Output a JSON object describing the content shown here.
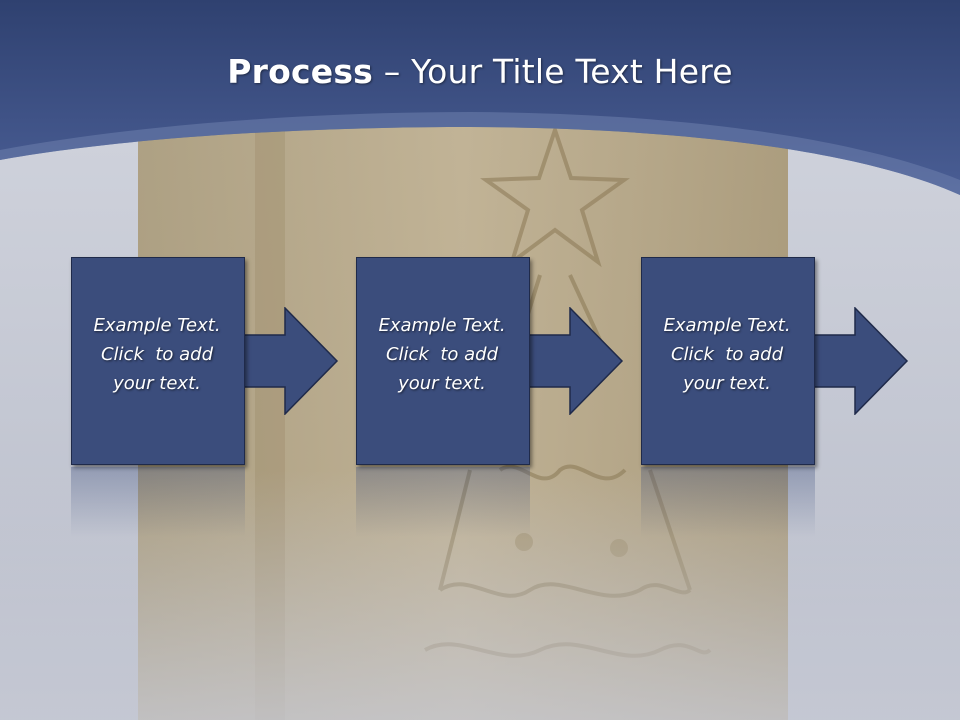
{
  "title": {
    "bold": "Process",
    "rest": " – Your Title Text Here"
  },
  "steps": [
    {
      "line1": "Example Text.",
      "line2": "Click  to add",
      "line3": "your text."
    },
    {
      "line1": "Example Text.",
      "line2": "Click  to add",
      "line3": "your text."
    },
    {
      "line1": "Example Text.",
      "line2": "Click  to add",
      "line3": "your text."
    }
  ],
  "colors": {
    "header": "#3a4f85",
    "box": "#3b4d7c",
    "background": "#c9ccd6",
    "wood": "#b49f78"
  }
}
